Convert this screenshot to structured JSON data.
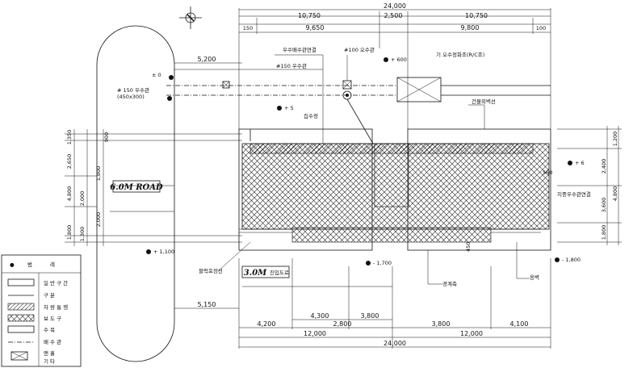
{
  "dims_top": {
    "total": "24,000",
    "a": "10,750",
    "b": "2,500",
    "c": "10,750",
    "d": "150",
    "e": "9,650",
    "f": "9,800",
    "g": "100",
    "h": "5,200"
  },
  "dims_bottom": {
    "total": "24,000",
    "half_l": "12,000",
    "half_r": "12,000",
    "s1": "4,200",
    "s2": "2,800",
    "s3": "3,800",
    "s4": "4,100",
    "t1": "4,300",
    "t2": "3,800",
    "side": "5,150"
  },
  "dims_left": [
    "1,350",
    "2,650",
    "4,800",
    "2,000",
    "1,800",
    "1,300",
    "1,800",
    "2,000",
    "900"
  ],
  "dims_right": [
    "1,200",
    "2,400",
    "4,800",
    "3,600",
    "1,800"
  ],
  "levels": {
    "tl": "± 0",
    "top": "+ 600",
    "mid": "+ 5",
    "right": "+ 6",
    "left_low": "+ 1,100",
    "bottom_mid": "- 1,700",
    "right_low": "- 1,800"
  },
  "labels": {
    "pipe_left": "# 150 우수관",
    "pipe_left_sub": "(450x300)",
    "pipe_top": "#150 우수관",
    "drain_top": "우수배수관연결",
    "pipe_top2": "#100 오수관",
    "tank_label": "기 오수정화조(R/C조)",
    "building": "건물외벽선",
    "manhole": "집수정",
    "right_note": "지중우수관연결",
    "bottom_left": "블럭포장선",
    "bottom_center": "경계측",
    "bottom_right": "옹벽",
    "right_small": "560",
    "right_small2": "450"
  },
  "roads": {
    "main": "6.0M ROAD",
    "side_prefix": "3.0M",
    "side_suffix": "진입도로"
  },
  "legend": {
    "header_sym": "●",
    "header_a": "범",
    "header_b": "례",
    "rows": [
      "일 반 구 간",
      "구 분",
      "차 량 통 행",
      "보 도 구",
      "수 목",
      "배 수 관",
      "맨 홀",
      "기 타"
    ]
  }
}
